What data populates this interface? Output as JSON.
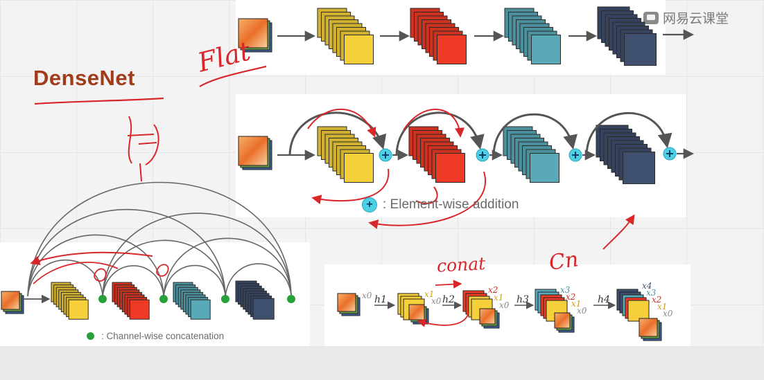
{
  "title": "DenseNet",
  "watermark": "网易云课堂",
  "legend_addition": ": Element-wise addition",
  "legend_concatenation": ": Channel-wise concatenation",
  "handwriting": {
    "flat": "Flat",
    "concat": "conat",
    "cnn": "Cn"
  },
  "transitions": [
    "h1",
    "h2",
    "h3",
    "h4"
  ],
  "feature_labels": {
    "x0": "x0",
    "x1": "x1",
    "x2": "x2",
    "x3": "x3",
    "x4": "x4"
  },
  "colors": {
    "title": "#a13c1a",
    "yellow": "#f5d03a",
    "red": "#ef3b25",
    "teal": "#5aa9b9",
    "navy": "#3f4f6e",
    "add_node": "#4dd0e4",
    "concat_node": "#27a13a",
    "annotation": "#d8262a"
  },
  "icons": [
    "cat-image-icon",
    "plus-node-icon",
    "concat-dot-icon",
    "watermark-logo-icon"
  ]
}
